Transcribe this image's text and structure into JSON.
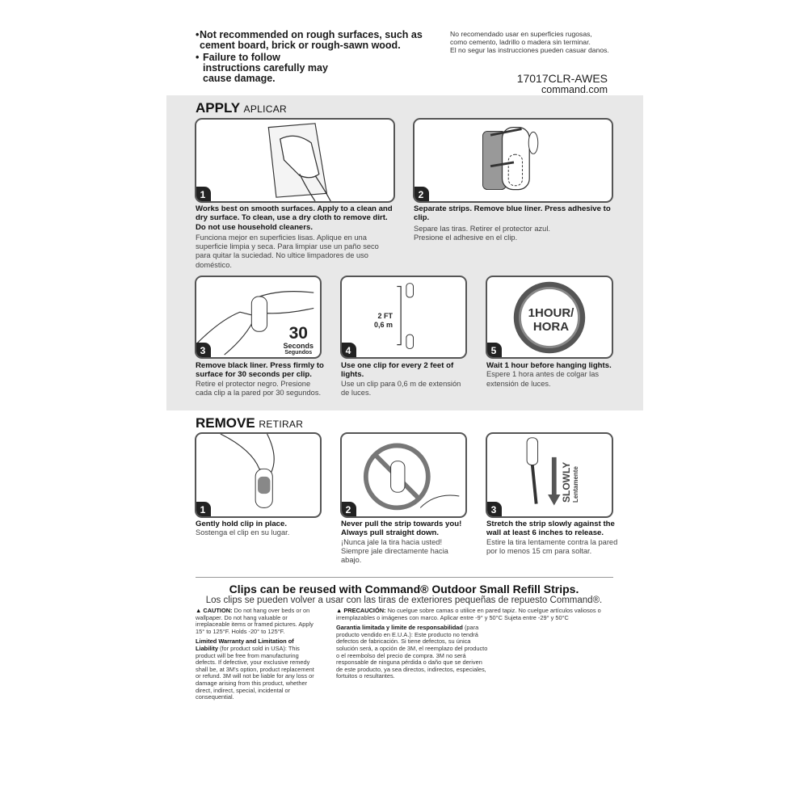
{
  "warnings_en": [
    "Not recommended on rough surfaces, such as cement board, brick or rough-sawn wood.",
    "Failure to follow instructions carefully may cause damage."
  ],
  "warnings_es": [
    "No recomendado usar en superficies rugosas,",
    "como cemento, ladrillo o madera sin terminar.",
    "El no segur las instrucciones pueden casuar danos."
  ],
  "product_code": "17017CLR-AWES",
  "website": "command.com",
  "apply": {
    "heading": "APPLY",
    "heading_es": "APLICAR",
    "steps": [
      {
        "number": "1",
        "en": "Works best on smooth surfaces. Apply to a clean and dry surface. To clean, use a dry cloth to remove dirt. Do not use household cleaners.",
        "es": "Funciona mejor en superficies lisas. Aplique en una superficie limpia y seca. Para limpiar use un paño seco para quitar la suciedad. No ultice limpadores de uso doméstico."
      },
      {
        "number": "2",
        "en": "Separate strips. Remove blue liner. Press adhesive to clip.",
        "es": "Separe las tiras. Retirer el protector azul. Presione el adhesive en el clip."
      },
      {
        "number": "3",
        "en": "Remove black liner. Press firmly to surface for 30 seconds per clip.",
        "es": "Retire el protector negro. Presione cada clip a la pared por 30 segundos.",
        "illus_num": "30",
        "illus_en": "Seconds",
        "illus_es": "Segundos"
      },
      {
        "number": "4",
        "en": "Use one clip for every 2 feet of lights.",
        "es": "Use un clip para 0,6 m de extensión de luces.",
        "illus_ft": "2 FT",
        "illus_m": "0,6 m"
      },
      {
        "number": "5",
        "en": "Wait 1 hour before hanging lights.",
        "es": "Espere 1 hora antes de colgar las extensión de luces.",
        "illus_1": "1HOUR/",
        "illus_2": "HORA"
      }
    ]
  },
  "remove": {
    "heading": "REMOVE",
    "heading_es": "RETIRAR",
    "steps": [
      {
        "number": "1",
        "en": "Gently hold clip in place.",
        "es": "Sostenga el clip en su lugar."
      },
      {
        "number": "2",
        "en": "Never pull the strip towards you! Always pull straight down.",
        "es": "¡Nunca jale la tira hacia usted! Siempre jale directamente hacia abajo."
      },
      {
        "number": "3",
        "en": "Stretch the strip slowly against the wall at least 6 inches to release.",
        "es": "Estire la tira lentamente contra la pared por lo menos 15 cm para soltar.",
        "illus_en": "SLOWLY",
        "illus_es": "Lentamente"
      }
    ]
  },
  "reuse": {
    "en": "Clips can be reused with Command® Outdoor Small Refill Strips.",
    "es": "Los clips se pueden volver a usar con las tiras de exteriores pequeñas de repuesto Command®."
  },
  "caution": {
    "label": "CAUTION:",
    "text": "Do not hang over beds or on wallpaper. Do not hang valuable or irreplaceable items or framed pictures. Apply 15° to 125°F. Holds -20° to 125°F."
  },
  "warranty": {
    "label": "Limited Warranty and Limitation of Liability",
    "text": "(for product sold in USA): This product will be free from manufacturing defects. If defective, your exclusive remedy shall be, at 3M's option, product replacement or refund. 3M will not be liable for any loss or damage arising from this product, whether direct, indirect, special, incidental or consequential."
  },
  "precaucion": {
    "label": "PRECAUCIÓN:",
    "text": "No cuelgue sobre camas o utilice en pared tapiz. No cuelgue artículos valiosos o irremplazables o imágenes con marco. Aplicar entre -9° y 50°C Sujeta entre -29° y 50°C"
  },
  "garantia": {
    "label": "Garantia limitada y limite de responsabilidad",
    "text": "(para producto vendido en E.U.A.): Este producto no tendrá defectos de fabricación. Si tiene defectos, su única solución será, a opción de 3M, el reemplazo del producto o el reembolso del precio de compra. 3M no será responsable de ninguna pérdida o daño que se deriven de este producto, ya sea directos, indirectos, especiales, fortuitos o resultantes."
  },
  "colors": {
    "band": "#e8e8e8",
    "border": "#555555",
    "badge": "#222222"
  }
}
